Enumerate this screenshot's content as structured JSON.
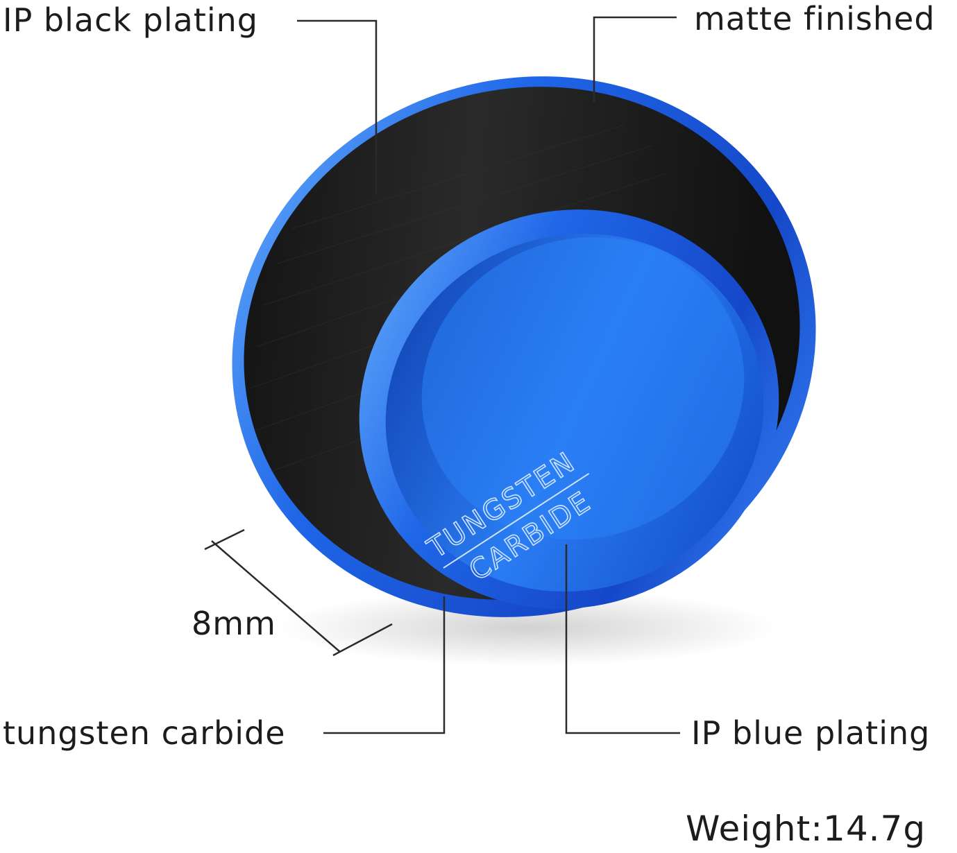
{
  "callouts": {
    "ip_black_plating": "IP black plating",
    "matte_finished": "matte finished",
    "width": "8mm",
    "tungsten_carbide": "tungsten carbide",
    "ip_blue_plating": "IP blue plating"
  },
  "engraving": {
    "line1": "TUNGSTEN",
    "line2": "CARBIDE"
  },
  "weight": "Weight:14.7g",
  "colors": {
    "black_band": "#151515",
    "blue_plating": "#1f5fe0",
    "blue_highlight": "#4fa0ff",
    "leader_lines": "#2a2a2a"
  }
}
